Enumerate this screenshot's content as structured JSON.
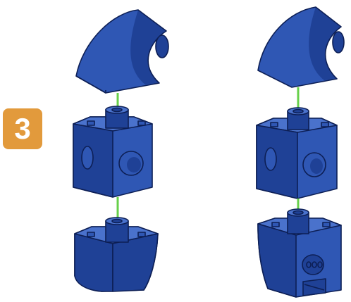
{
  "step": {
    "number": "3"
  },
  "colors": {
    "part_fill": "#2f57b4",
    "part_shade": "#1f4196",
    "part_light": "#4a72cc",
    "outline": "#0d1f55",
    "connector": "#67d04a",
    "badge": "#e29a3c"
  },
  "assemblies": [
    {
      "id": "left",
      "parts": [
        "quarter-round-top",
        "cube-block",
        "quarter-round-bottom"
      ],
      "connectors": 2
    },
    {
      "id": "right",
      "parts": [
        "quarter-round-top",
        "cube-block",
        "quarter-round-bottom-marked"
      ],
      "connectors": 2
    }
  ]
}
